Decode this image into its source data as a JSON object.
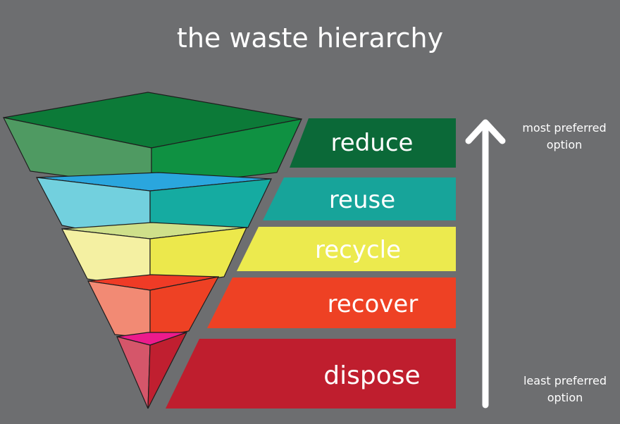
{
  "title": "the waste hierarchy",
  "levels": [
    {
      "label": "reduce",
      "band_color": "#0b6938",
      "front_color": "#0f9142",
      "top_color": "#0c7a38",
      "left_color": "#4f9a62"
    },
    {
      "label": "reuse",
      "band_color": "#17a49a",
      "front_color": "#15aba1",
      "top_color": "#2aa6de",
      "left_color": "#72d0de"
    },
    {
      "label": "recycle",
      "band_color": "#ecea4e",
      "front_color": "#ece84c",
      "top_color": "#cfe08a",
      "left_color": "#f4f0a2"
    },
    {
      "label": "recover",
      "band_color": "#ee4124",
      "front_color": "#ee4124",
      "top_color": "#ef3b26",
      "left_color": "#f28a74"
    },
    {
      "label": "dispose",
      "band_color": "#bf1e2e",
      "front_color": "#c01f30",
      "top_color": "#ec1b8c",
      "left_color": "#d5566a"
    }
  ],
  "arrow": {
    "top_label_line1": "most preferred",
    "top_label_line2": "option",
    "bottom_label_line1": "least preferred",
    "bottom_label_line2": "option"
  },
  "colors": {
    "background": "#6d6e70",
    "text": "#ffffff",
    "outline": "#1e1e1e"
  }
}
